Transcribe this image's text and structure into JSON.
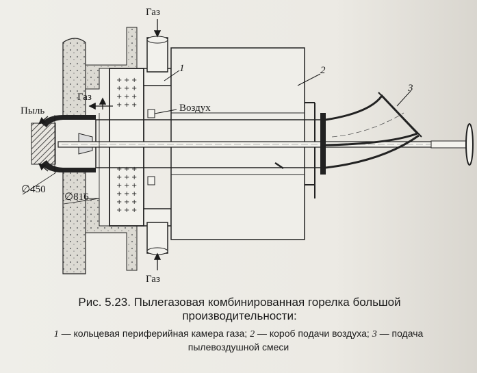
{
  "labels": {
    "gas_top": "Газ",
    "gas_bottom": "Газ",
    "gas_left": "Газ",
    "dust": "Пыль",
    "air": "Воздух",
    "dia_450": "∅450",
    "dia_816": "∅816",
    "pos1": "1",
    "pos2": "2",
    "pos3": "3"
  },
  "caption": {
    "title_line1": "Рис. 5.23. Пылегазовая комбинированная горелка большой",
    "title_line2": "производительности:",
    "legend_n1": "1",
    "legend_t1": " — кольцевая периферийная камера газа; ",
    "legend_n2": "2",
    "legend_t2": " — короб подачи воздуха; ",
    "legend_n3": "3",
    "legend_t3": " — подача",
    "legend_line2": "пылевоздушной смеси"
  }
}
